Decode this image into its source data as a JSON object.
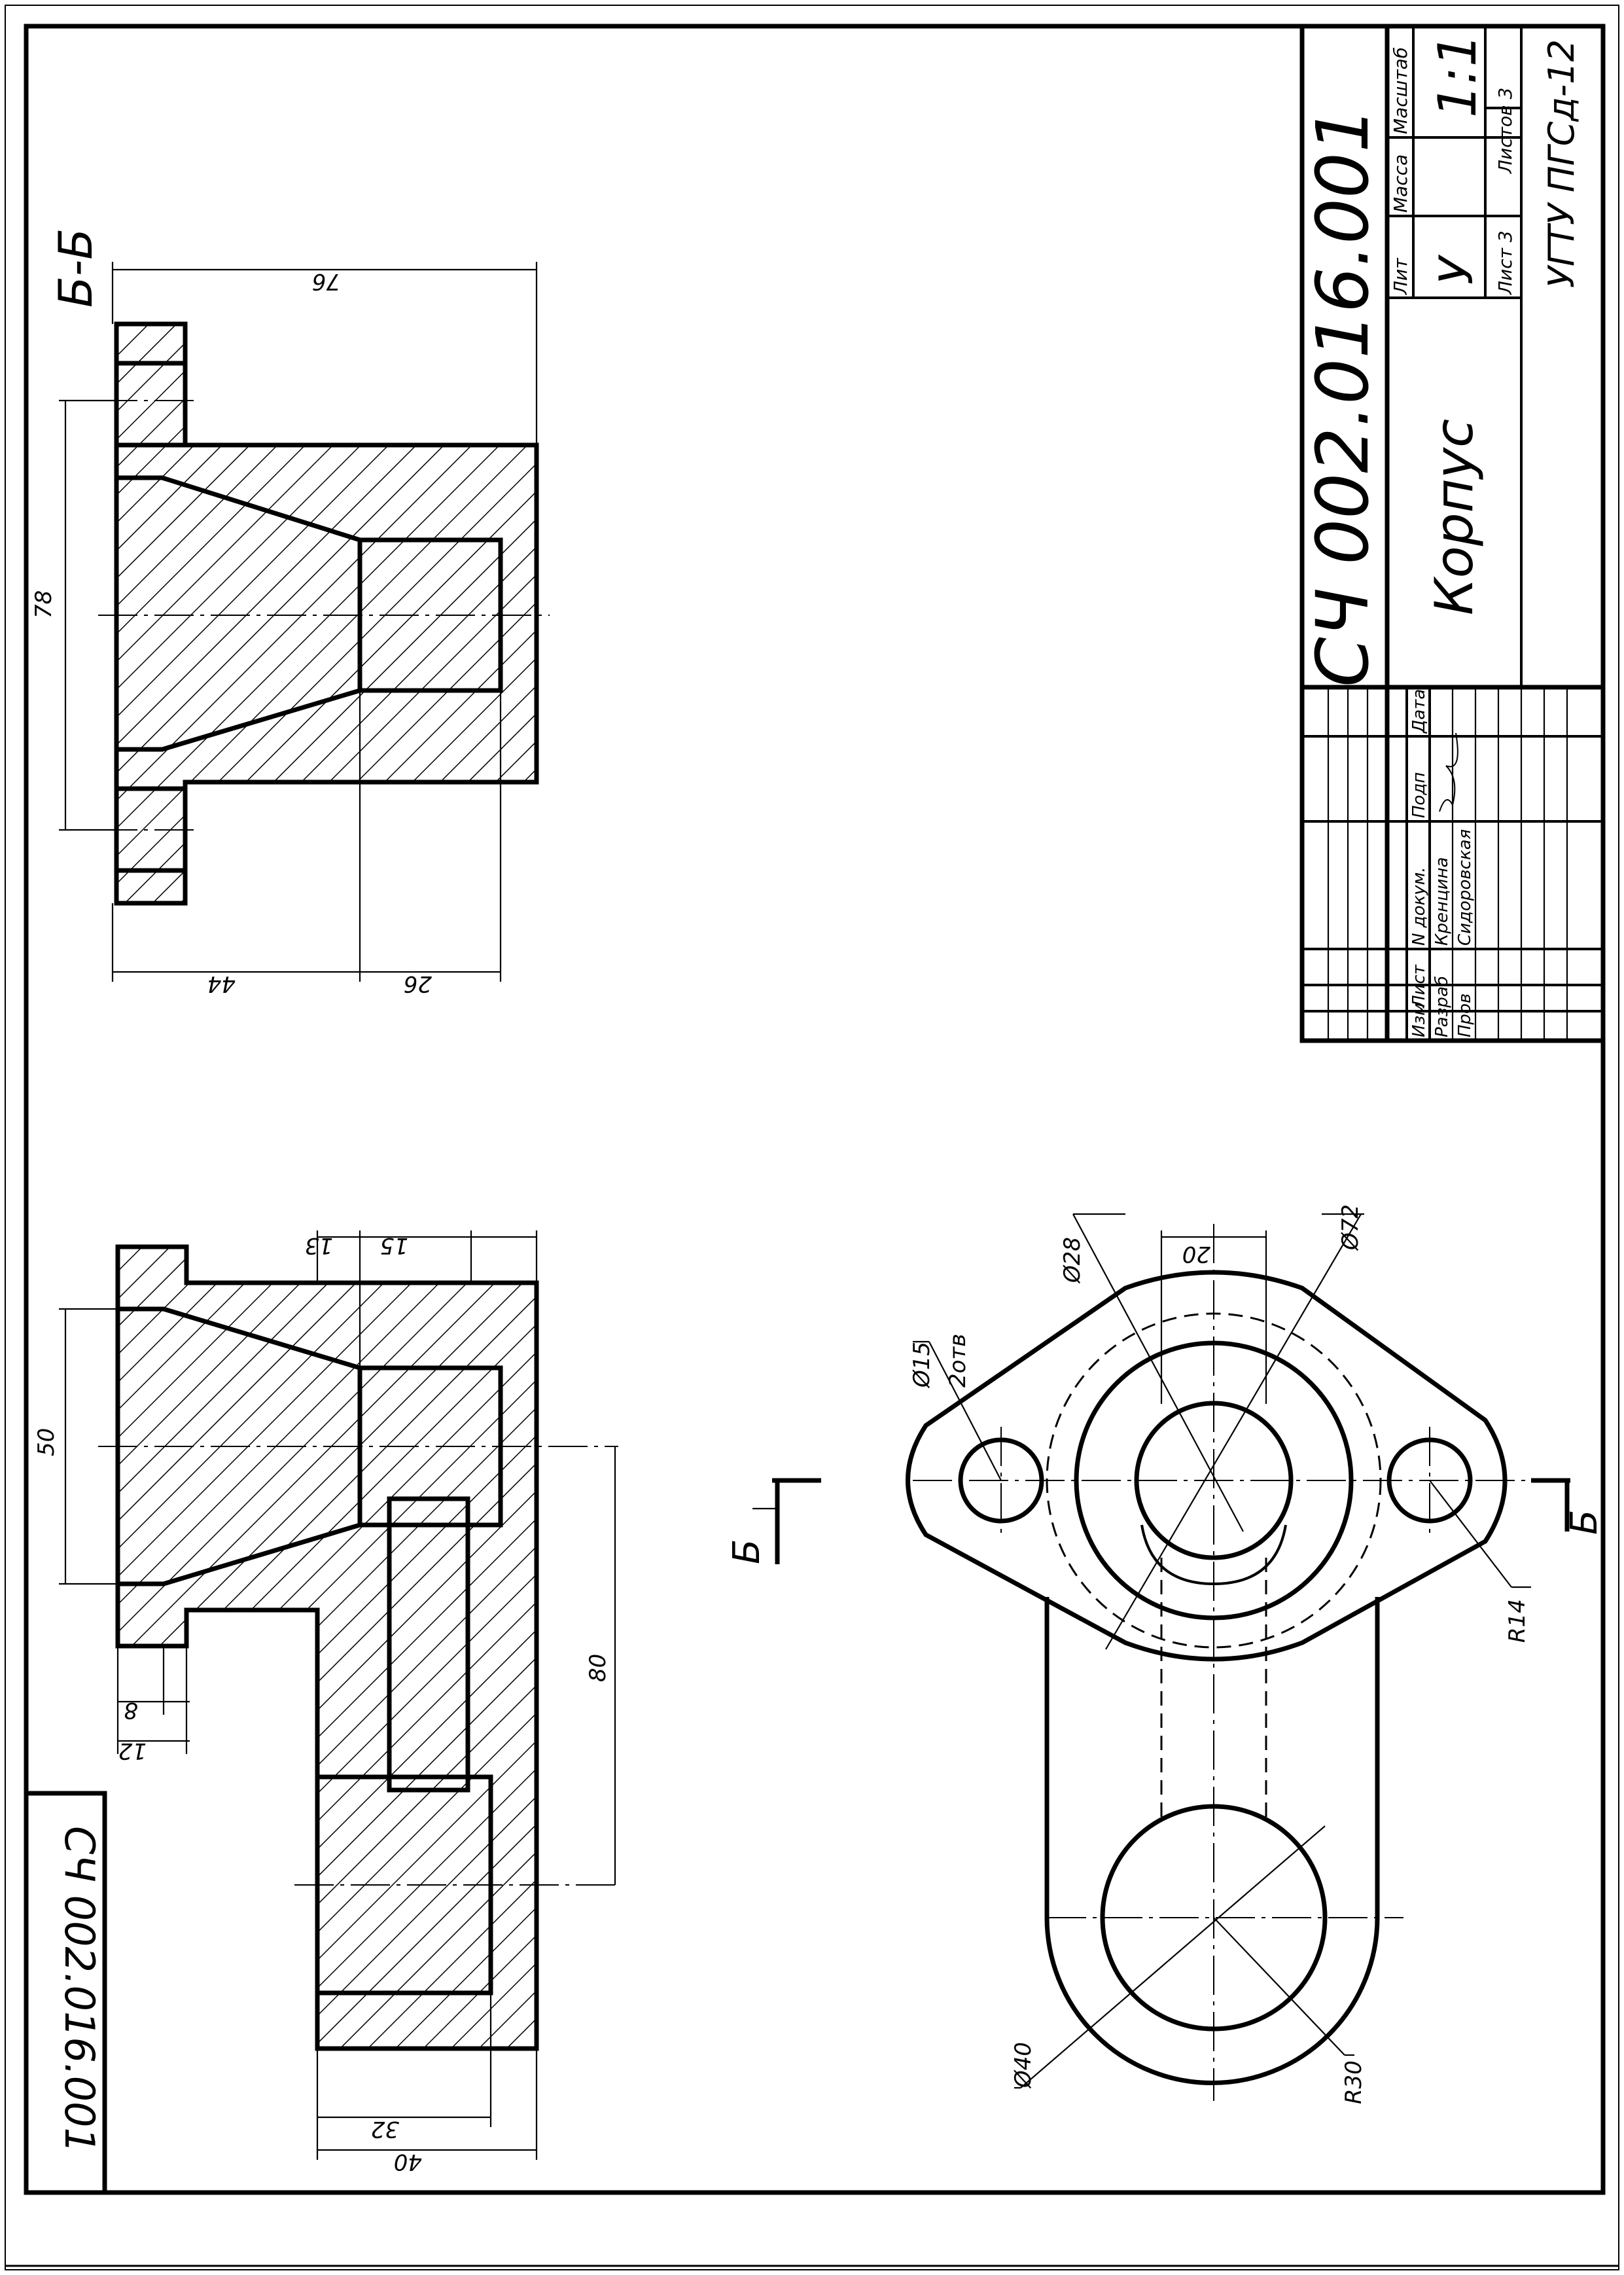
{
  "title_block": {
    "designation": "СЧ 002.016.001",
    "part_name": "Корпус",
    "organization": "УГТУ ПГСд-12",
    "hdr_lit": "Лит",
    "hdr_mass": "Масса",
    "hdr_scale": "Масштаб",
    "lit_value": "У",
    "scale_value": "1:1",
    "sheet_label": "Лист 3",
    "sheets_label": "Листов 3",
    "col_izm": "Изм",
    "col_list": "Лист",
    "col_doc": "N докум.",
    "col_sign": "Подп",
    "col_date": "Дата",
    "row_dev": "Разраб",
    "row_check": "Пров",
    "dev_name": "Кренцина",
    "check_name": "Сидоровская"
  },
  "corner_stamp": "СЧ 002.016.001",
  "section": {
    "label": "Б-Б",
    "cut_mark": "Б"
  },
  "dimensions": {
    "s_76": "76",
    "s_78": "78",
    "s_44": "44",
    "s_26": "26",
    "f_50": "50",
    "f_13": "13",
    "f_15": "15",
    "f_80": "80",
    "f_8": "8",
    "f_12": "12",
    "f_32": "32",
    "f_40": "40",
    "p_d15": "Ø15",
    "p_2holes": "2отв",
    "p_d28": "Ø28",
    "p_20": "20",
    "p_d72": "Ø72",
    "p_r14": "R14",
    "p_d40": "Ø40",
    "p_r30": "R30"
  }
}
